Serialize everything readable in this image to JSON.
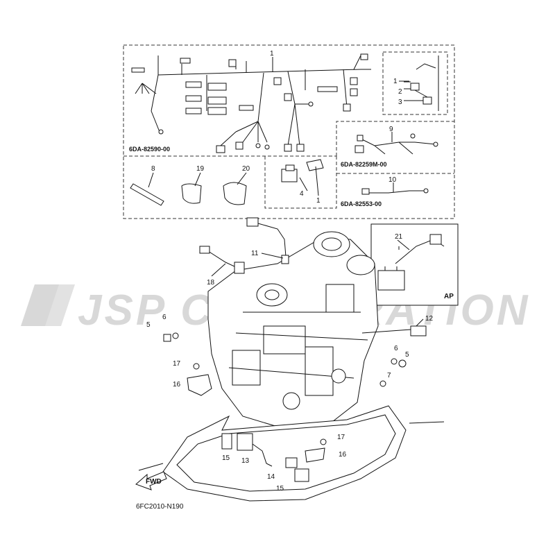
{
  "watermark": "JSP CORPORATION",
  "figure_code": "6FC2010-N190",
  "fwd_label": "FWD",
  "ap_label": "AP",
  "kit_codes": {
    "harness": "6DA-82590-00",
    "sub_harness": "6DA-82259M-00",
    "lead": "6DA-82553-00"
  },
  "callouts": {
    "c1a": "1",
    "c1b": "1",
    "c1c": "1",
    "c2": "2",
    "c3": "3",
    "c4": "4",
    "c5a": "5",
    "c5b": "5",
    "c6a": "6",
    "c6b": "6",
    "c7": "7",
    "c8": "8",
    "c9": "9",
    "c10": "10",
    "c11": "11",
    "c12": "12",
    "c13": "13",
    "c14": "14",
    "c15a": "15",
    "c15b": "15",
    "c16a": "16",
    "c16b": "16",
    "c17a": "17",
    "c17b": "17",
    "c18": "18",
    "c19": "19",
    "c20": "20",
    "c21": "21"
  }
}
